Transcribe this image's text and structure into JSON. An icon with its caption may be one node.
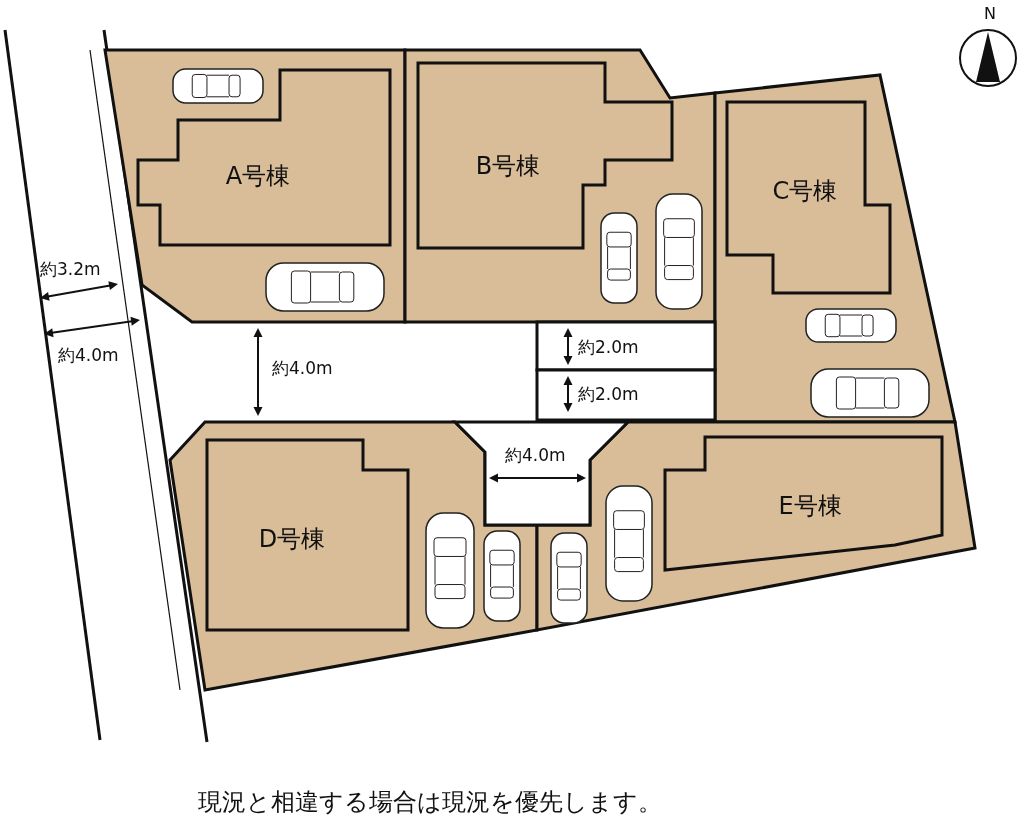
{
  "diagram": {
    "nodes": [
      {
        "text": [
          "A号棟"
        ]
      },
      {
        "text": [
          "B号棟"
        ]
      },
      {
        "text": [
          "C号棟"
        ]
      },
      {
        "text": [
          "D号棟"
        ]
      },
      {
        "text": [
          "E号棟"
        ]
      }
    ],
    "labels": [
      "N",
      "約3.2m",
      "約4.0m",
      "約4.0m",
      "約2.0m",
      "約2.0m",
      "約4.0m",
      "現況と相違する場合は現況を優先します。"
    ]
  }
}
